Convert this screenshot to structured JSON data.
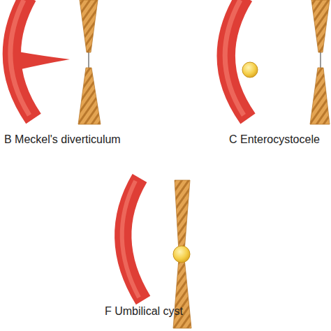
{
  "diagram": {
    "labels": [
      "B Meckel's diverticulum",
      "C Enterocystocele",
      "F Umbilical cyst"
    ]
  }
}
